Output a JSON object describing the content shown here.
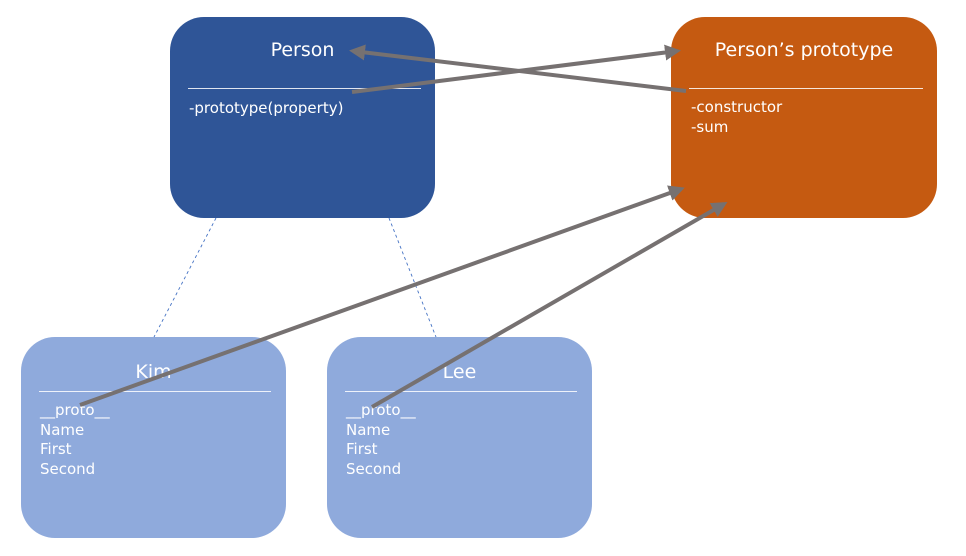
{
  "nodes": {
    "person": {
      "title": "Person",
      "items": [
        "-prototype(property)"
      ],
      "color": "#2f5597"
    },
    "prototype": {
      "title": "Person’s prototype",
      "items": [
        "-constructor",
        "-sum"
      ],
      "color": "#c55a11"
    },
    "kim": {
      "title": "Kim",
      "items": [
        "__proto__",
        "Name",
        "First",
        "Second"
      ],
      "color": "#8faadc"
    },
    "lee": {
      "title": "Lee",
      "items": [
        "__proto__",
        "Name",
        "First",
        "Second"
      ],
      "color": "#8faadc"
    }
  },
  "edges": [
    {
      "from": "person.prototype",
      "to": "prototype",
      "style": "arrow",
      "color": "#767171"
    },
    {
      "from": "prototype.constructor",
      "to": "person",
      "style": "arrow",
      "color": "#767171"
    },
    {
      "from": "kim.__proto__",
      "to": "prototype",
      "style": "arrow",
      "color": "#767171"
    },
    {
      "from": "lee.__proto__",
      "to": "prototype",
      "style": "arrow",
      "color": "#767171"
    },
    {
      "from": "person",
      "to": "kim",
      "style": "dashed",
      "color": "#4472c4"
    },
    {
      "from": "person",
      "to": "lee",
      "style": "dashed",
      "color": "#4472c4"
    }
  ]
}
